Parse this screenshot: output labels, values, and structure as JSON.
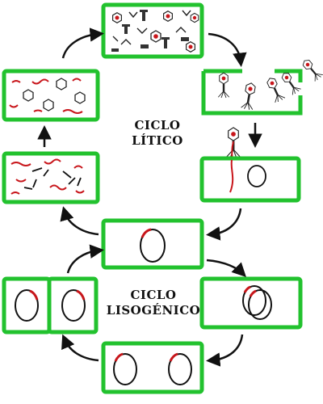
{
  "diagram": {
    "lytic_label_line1": "CICLO",
    "lytic_label_line2": "LÍTICO",
    "lysogenic_label_line1": "CICLO",
    "lysogenic_label_line2": "LISOGÉNICO",
    "colors": {
      "cell_border": "#22c22e",
      "dna": "#c8161b",
      "arrow": "#111111"
    },
    "icons": {
      "phage": "bacteriophage-icon",
      "cell": "bacterium-cell-icon",
      "arrow": "cycle-arrow-icon"
    }
  }
}
